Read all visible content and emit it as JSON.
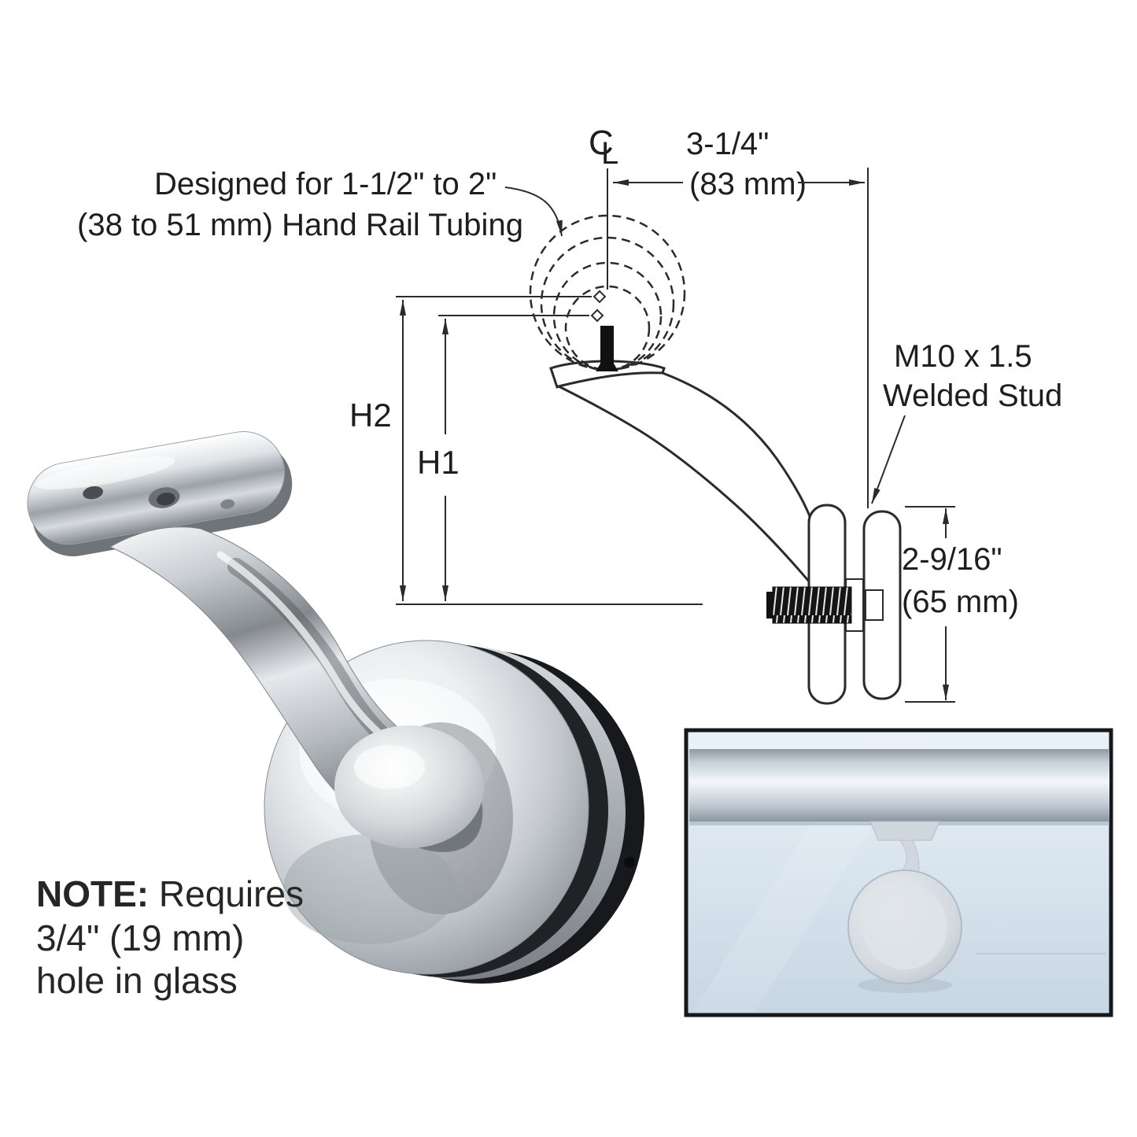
{
  "figure_title": "Glass-mounted hand rail bracket technical diagram",
  "callouts": {
    "tubing": {
      "line1": "Designed for 1-1/2\" to 2\"",
      "line2": "(38 to 51 mm) Hand Rail Tubing"
    },
    "stud": {
      "line1": "M10 x 1.5",
      "line2": "Welded Stud"
    }
  },
  "dimensions": {
    "offset_in": "3-1/4\"",
    "offset_mm": "(83 mm)",
    "h2": "H2",
    "h1": "H1",
    "clamp_in": "2-9/16\"",
    "clamp_mm": "(65 mm)"
  },
  "centerline": {
    "c": "C",
    "l": "L"
  },
  "note": {
    "label": "NOTE:",
    "line1_rest": " Requires",
    "line2": "3/4\" (19 mm)",
    "line3": "hole in glass"
  },
  "colors": {
    "drawing_line": "#2b2b2b",
    "text": "#1e1e1e",
    "stud_fill": "#111111",
    "inset_background": "#d9e6f2",
    "chrome_highlight": "#f5f7f8",
    "chrome_shadow": "#6d747a"
  }
}
